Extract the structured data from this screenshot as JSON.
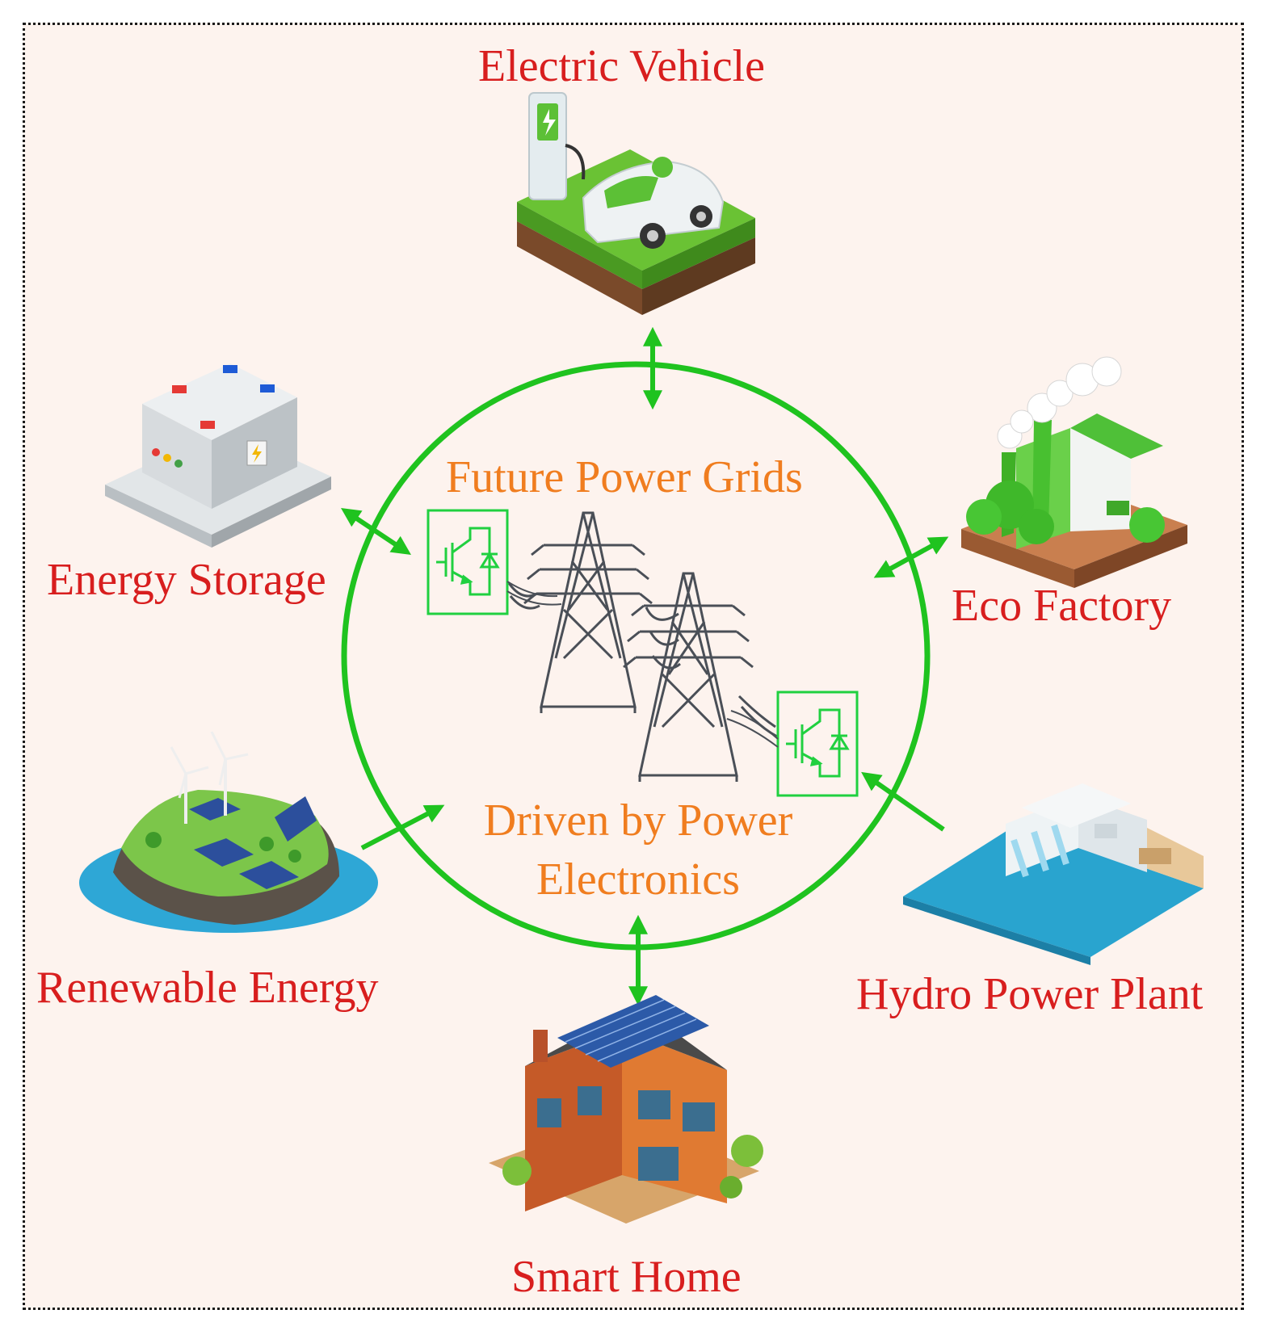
{
  "colors": {
    "background": "#fdf3ee",
    "node_label": "#d81e1e",
    "center_label": "#f07d1f",
    "ring": "#1fc31f",
    "arrow": "#1fc31f",
    "converter": "#20d040",
    "tower": "#4a4f57"
  },
  "center": {
    "title": "Future Power Grids",
    "subtitle_line1": "Driven by Power",
    "subtitle_line2": "Electronics"
  },
  "nodes": {
    "electric_vehicle": {
      "label": "Electric Vehicle",
      "icon": "ev-charging-icon"
    },
    "energy_storage": {
      "label": "Energy Storage",
      "icon": "battery-storage-icon"
    },
    "eco_factory": {
      "label": "Eco Factory",
      "icon": "eco-factory-icon"
    },
    "renewable_energy": {
      "label": "Renewable Energy",
      "icon": "solar-wind-island-icon"
    },
    "hydro_power_plant": {
      "label": "Hydro Power Plant",
      "icon": "hydro-dam-icon"
    },
    "smart_home": {
      "label": "Smart Home",
      "icon": "solar-house-icon"
    }
  },
  "links": [
    {
      "from": "electric_vehicle",
      "to": "grid",
      "direction": "bidirectional"
    },
    {
      "from": "energy_storage",
      "to": "grid",
      "direction": "bidirectional"
    },
    {
      "from": "eco_factory",
      "to": "grid",
      "direction": "bidirectional"
    },
    {
      "from": "renewable_energy",
      "to": "grid",
      "direction": "to-grid"
    },
    {
      "from": "hydro_power_plant",
      "to": "grid",
      "direction": "to-grid"
    },
    {
      "from": "smart_home",
      "to": "grid",
      "direction": "bidirectional"
    }
  ]
}
